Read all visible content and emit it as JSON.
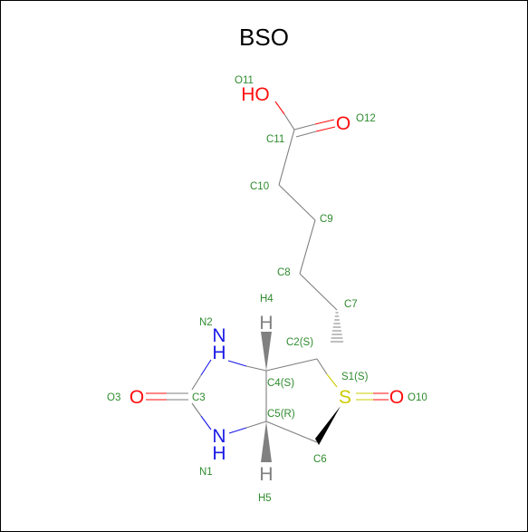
{
  "title": "BSO",
  "colors": {
    "carbon_bond": "#7f7f7f",
    "oxygen": "#ff0d0d",
    "nitrogen": "#1a1ae6",
    "sulfur": "#cccc00",
    "annotation": "#2e8b2e",
    "stereo_wedge": "#000000",
    "hydrogen_wedge": "#808080"
  },
  "atom_labels": {
    "hydroxyl": "HO",
    "carbonyl_o": "O",
    "n2": "N",
    "n2_h": "H",
    "n1": "N",
    "n1_h": "H",
    "o3": "O",
    "s1": "S",
    "o10": "O",
    "h4": "H",
    "h5": "H"
  },
  "annotations": {
    "o11": "O11",
    "o12": "O12",
    "c11": "C11",
    "c10": "C10",
    "c9": "C9",
    "c8": "C8",
    "c7": "C7",
    "h4": "H4",
    "n2": "N2",
    "c2": "C2(S)",
    "s1": "S1(S)",
    "c4": "C4(S)",
    "o3": "O3",
    "c3": "C3",
    "o10": "O10",
    "c5": "C5(R)",
    "n1": "N1",
    "c6": "C6",
    "h5": "H5"
  }
}
